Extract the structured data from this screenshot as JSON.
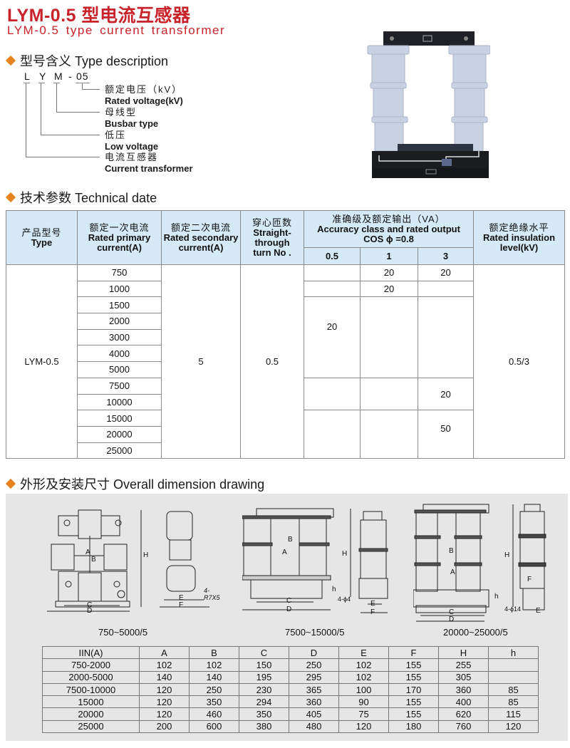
{
  "header": {
    "title_cn": "LYM-0.5 型电流互感器",
    "title_en": "LYM-0.5 type current transformer"
  },
  "type_description": {
    "heading": "型号含义 Type description",
    "code_letters": [
      "L",
      "Y",
      "M",
      "-",
      "05"
    ],
    "items": [
      {
        "cn": "额定电压（kV）",
        "en": "Rated voltage(kV)"
      },
      {
        "cn": "母线型",
        "en": "Busbar type"
      },
      {
        "cn": "低压",
        "en": "Low voltage"
      },
      {
        "cn": "电流互感器",
        "en": "Current transformer"
      }
    ]
  },
  "product_photo": {
    "icon": "current-transformer-photo"
  },
  "technical": {
    "heading": "技术参数 Technical date",
    "headers": {
      "type": {
        "cn": "产品型号",
        "en": "Type"
      },
      "primary": {
        "cn": "额定一次电流",
        "en1": "Rated primary",
        "en2": "current(A)"
      },
      "secondary": {
        "cn": "额定二次电流",
        "en1": "Rated secondary",
        "en2": "current(A)"
      },
      "turns": {
        "cn": "穿心匝数",
        "en1": "Straight-",
        "en2": "through",
        "en3": "turn No ."
      },
      "accuracy": {
        "cn": "准确级及额定输出（VA）",
        "en": "Accuracy class and rated output",
        "cos": "COS ϕ =0.8",
        "classes": [
          "0.5",
          "1",
          "3"
        ]
      },
      "insulation": {
        "cn": "额定绝缘水平",
        "en1": "Rated insulation",
        "en2": "level(kV)"
      }
    },
    "type_value": "LYM-0.5",
    "secondary_value": "5",
    "turns_value": "0.5",
    "insulation_value": "0.5/3",
    "primary_currents": [
      "750",
      "1000",
      "1500",
      "2000",
      "3000",
      "4000",
      "5000",
      "7500",
      "10000",
      "15000",
      "20000",
      "25000"
    ],
    "accuracy_groups": [
      {
        "rows": "750",
        "c05": "",
        "c1": "20",
        "c3": "20"
      },
      {
        "rows": "1000",
        "c05": "",
        "c1": "20",
        "c3": ""
      },
      {
        "rows": "1500-5000",
        "c05": "20",
        "c1": "",
        "c3": ""
      },
      {
        "rows": "7500-10000",
        "c05": "",
        "c1": "",
        "c3": "20"
      },
      {
        "rows": "15000-25000",
        "c05": "",
        "c1": "",
        "c3": "50"
      }
    ]
  },
  "dimensions": {
    "heading": "外形及安装尺寸 Overall dimension drawing",
    "drawings": [
      {
        "caption": "750~5000/5",
        "labels": [
          "A",
          "B",
          "C",
          "D",
          "H",
          "E",
          "F",
          "4-R7X5"
        ]
      },
      {
        "caption": "7500~15000/5",
        "labels": [
          "A",
          "B",
          "C",
          "D",
          "H",
          "h",
          "E",
          "F",
          "4-ϕ4"
        ]
      },
      {
        "caption": "20000~25000/5",
        "labels": [
          "A",
          "B",
          "C",
          "D",
          "H",
          "h",
          "E",
          "F",
          "4-ϕ14"
        ]
      }
    ],
    "table": {
      "columns": [
        "IIN(A)",
        "A",
        "B",
        "C",
        "D",
        "E",
        "F",
        "H",
        "h"
      ],
      "rows": [
        [
          "750-2000",
          "102",
          "102",
          "150",
          "250",
          "102",
          "155",
          "255",
          ""
        ],
        [
          "2000-5000",
          "140",
          "140",
          "195",
          "295",
          "102",
          "155",
          "305",
          ""
        ],
        [
          "7500-10000",
          "120",
          "250",
          "230",
          "365",
          "100",
          "170",
          "360",
          "85"
        ],
        [
          "15000",
          "120",
          "350",
          "294",
          "360",
          "90",
          "155",
          "400",
          "85"
        ],
        [
          "20000",
          "120",
          "460",
          "350",
          "405",
          "75",
          "155",
          "620",
          "115"
        ],
        [
          "25000",
          "200",
          "600",
          "380",
          "480",
          "120",
          "180",
          "760",
          "120"
        ]
      ]
    }
  },
  "colors": {
    "title_red": "#c8222a",
    "bullet_orange": "#e8821e",
    "table_header_bg": "#d6e9f7",
    "panel_bg": "#e6e6e6"
  }
}
